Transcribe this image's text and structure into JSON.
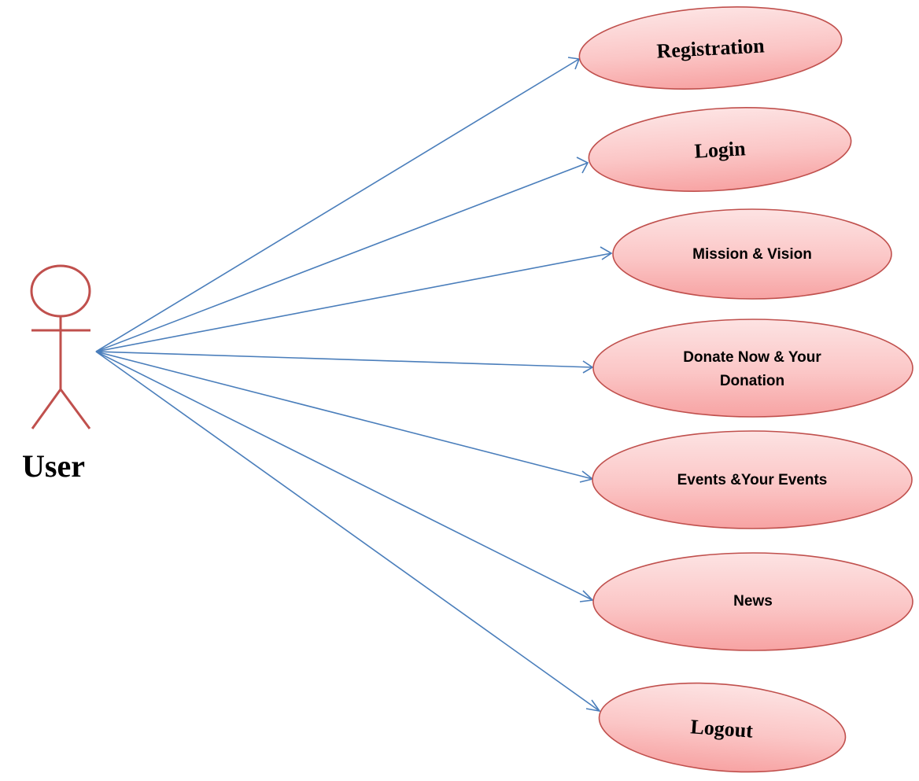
{
  "actor": {
    "label": "User"
  },
  "use_cases": [
    {
      "id": "registration",
      "label": "Registration"
    },
    {
      "id": "login",
      "label": "Login"
    },
    {
      "id": "mission-vision",
      "label": "Mission & Vision"
    },
    {
      "id": "donate",
      "label_lines": [
        "Donate Now & Your",
        "Donation"
      ]
    },
    {
      "id": "events",
      "label": "Events &Your Events"
    },
    {
      "id": "news",
      "label": "News"
    },
    {
      "id": "logout",
      "label": "Logout"
    }
  ],
  "colors": {
    "actor_stroke": "#c0504d",
    "use_case_border": "#c0504d",
    "use_case_fill_top": "#fde3e3",
    "use_case_fill_bottom": "#f7a3a3",
    "association_line": "#4a7ebb"
  }
}
